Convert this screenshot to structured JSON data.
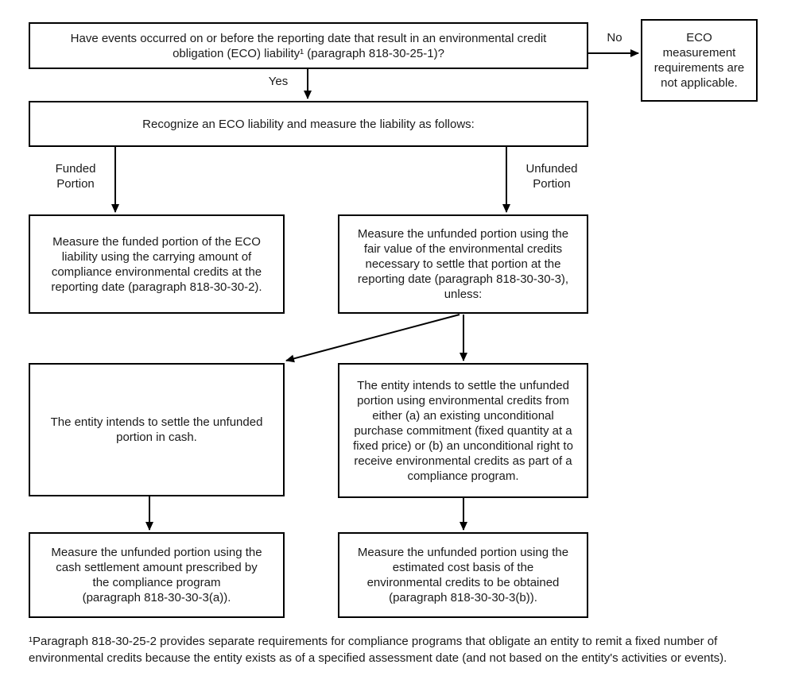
{
  "colors": {
    "box_border": "#000000",
    "background": "#ffffff",
    "text": "#1a1a1a",
    "arrow": "#000000"
  },
  "flowchart": {
    "question_box": "Have events occurred on or before the reporting date that result in an environmental credit\nobligation (ECO) liability¹ (paragraph 818-30-25-1)?",
    "eco_na_box": "ECO\nmeasurement\nrequirements are\nnot applicable.",
    "recognize_box": "Recognize an ECO liability and measure the liability as follows:",
    "funded_box": "Measure the funded portion of the ECO\nliability using the carrying amount of\ncompliance environmental credits at the\nreporting date (paragraph 818-30-30-2).",
    "unfunded_box": "Measure the unfunded portion using the\nfair value of the environmental credits\nnecessary to settle that portion at the\nreporting date (paragraph 818-30-30-3),\nunless:",
    "cash_intent_box": "The entity intends to settle the unfunded\nportion in cash.",
    "credits_intent_box": "The entity intends to settle the unfunded\nportion using environmental credits from\neither (a) an existing unconditional\npurchase commitment (fixed quantity at a\nfixed price) or (b) an unconditional right to\nreceive environmental credits as part of a\ncompliance program.",
    "cash_measure_box": "Measure the unfunded portion using the\ncash settlement amount prescribed by\nthe compliance program\n(paragraph 818-30-30-3(a)).",
    "cost_measure_box": "Measure the unfunded portion using the\nestimated cost basis of the\nenvironmental credits to be obtained\n(paragraph 818-30-30-3(b)).",
    "labels": {
      "yes": "Yes",
      "no": "No",
      "funded_portion": "Funded\nPortion",
      "unfunded_portion": "Unfunded\nPortion"
    },
    "footnote": "¹Paragraph 818-30-25-2 provides separate requirements for compliance programs that obligate an entity to remit a fixed\nnumber of environmental credits because the entity exists as of a specified assessment date (and not based on the\nentity's activities or events)."
  }
}
